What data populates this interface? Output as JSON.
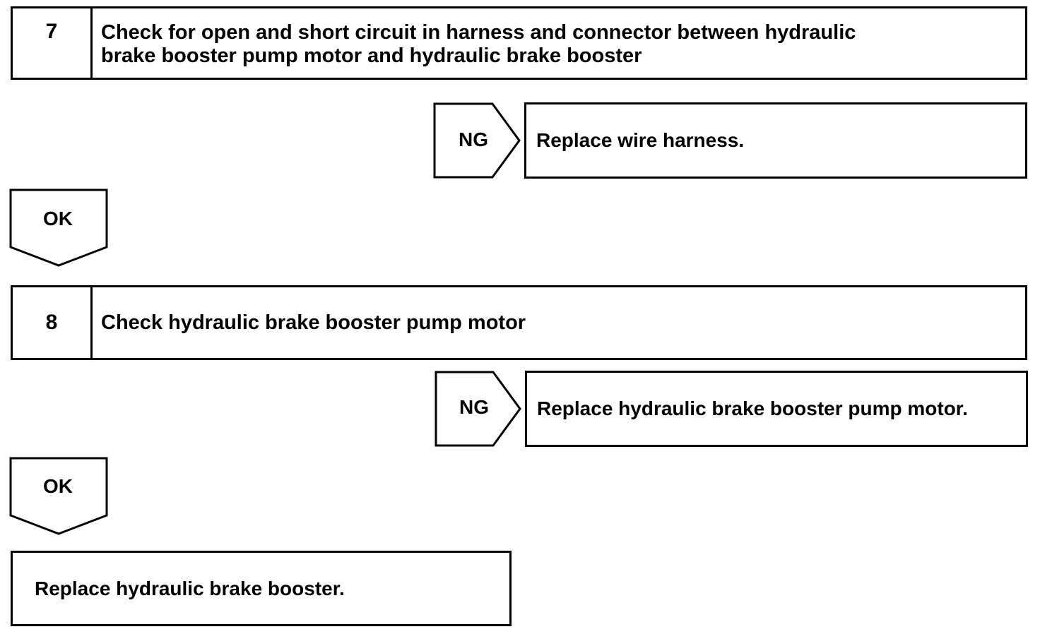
{
  "steps": [
    {
      "number": "7",
      "title_line1": "Check for open and short circuit in harness and connector between hydraulic",
      "title_line2": "brake booster pump motor and hydraulic brake booster"
    },
    {
      "number": "8",
      "title": "Check hydraulic brake booster pump motor"
    }
  ],
  "branches": [
    {
      "ng_label": "NG",
      "ng_action": "Replace wire harness.",
      "ok_label": "OK"
    },
    {
      "ng_label": "NG",
      "ng_action": "Replace hydraulic brake booster pump motor.",
      "ok_label": "OK"
    }
  ],
  "final_action": "Replace hydraulic brake booster."
}
